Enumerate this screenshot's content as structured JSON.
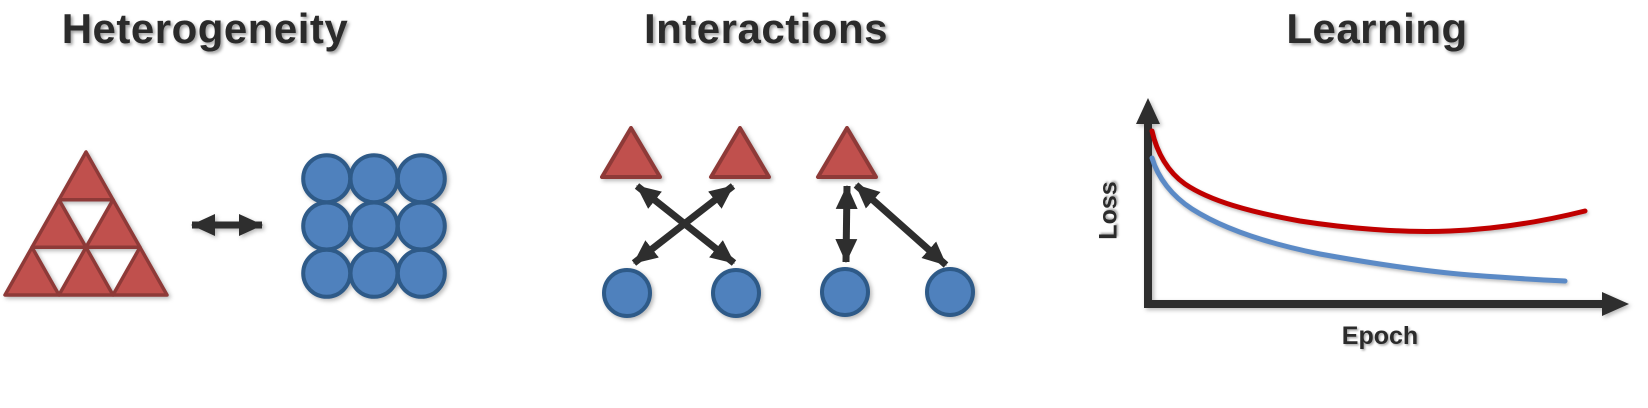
{
  "figure": {
    "type": "three-panel concept diagram",
    "background": "#ffffff"
  },
  "panels": {
    "heterogeneity": {
      "title": "Heterogeneity",
      "left_shape": "red triangle subdivided into smaller triangles (fractal-like)",
      "right_shape": "3x3 grid of blue circles",
      "relation": "horizontal double-headed arrow between the two shapes"
    },
    "interactions": {
      "title": "Interactions",
      "groups": [
        {
          "triangles": 2,
          "circles": 2,
          "edges": [
            "left triangle <-> right circle (bidirectional arrow)",
            "right triangle <-> left circle (bidirectional arrow)"
          ],
          "pattern": "crossed (X) bidirectional arrows"
        },
        {
          "triangles": 1,
          "circles": 2,
          "edges": [
            "triangle <-> left circle (vertical bidirectional arrow)",
            "triangle <-> right circle (diagonal bidirectional arrow)"
          ],
          "pattern": "one triangle linked to two circles"
        }
      ]
    },
    "learning": {
      "title": "Learning",
      "ylabel": "Loss",
      "xlabel": "Epoch"
    }
  },
  "colors": {
    "triangle_fill": "#c0504d",
    "triangle_stroke": "#8e3a38",
    "circle_fill": "#4f81bd",
    "circle_stroke": "#2e5a88",
    "arrow_and_axes": "#2e2e2e",
    "red_curve": "#c00000",
    "blue_curve": "#5b8ac6",
    "title_text": "#2b2b2b"
  },
  "chart_data": {
    "type": "line",
    "title": "Learning",
    "xlabel": "Epoch",
    "ylabel": "Loss",
    "axis_ticks": "none (conceptual sketch, unlabeled axes with arrowheads)",
    "grid": false,
    "legend": false,
    "x_normalized": [
      0.0,
      0.1,
      0.2,
      0.3,
      0.4,
      0.5,
      0.6,
      0.7,
      0.8,
      0.9,
      1.0
    ],
    "series": [
      {
        "name": "upper loss curve",
        "color": "#c00000",
        "y_normalized": [
          1.0,
          0.62,
          0.48,
          0.41,
          0.37,
          0.35,
          0.34,
          0.34,
          0.36,
          0.39,
          0.44
        ],
        "shape": "steep decrease, plateau, slight increase at end (overfitting-style)"
      },
      {
        "name": "lower loss curve",
        "color": "#5b8ac6",
        "y_normalized": [
          0.85,
          0.5,
          0.38,
          0.3,
          0.24,
          0.19,
          0.16,
          0.14,
          0.12,
          0.11,
          0.11
        ],
        "shape": "monotonically decreasing, flattens out"
      }
    ]
  }
}
